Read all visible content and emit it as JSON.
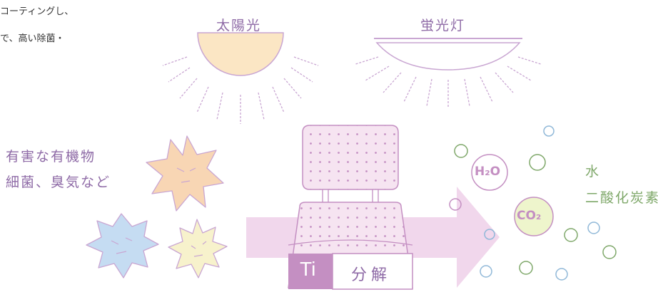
{
  "intro": {
    "line1": "コーティングし、",
    "line2": "で、高い除菌・"
  },
  "light_sources": {
    "sun_label": "太陽光",
    "lamp_label": "蛍光灯"
  },
  "inputs_label": {
    "line1": "有害な有機物",
    "line2": "細菌、臭気など"
  },
  "outputs_label": {
    "water": "水",
    "co2": "二酸化炭素"
  },
  "molecules": {
    "h2o": "H₂O",
    "co2": "CO₂"
  },
  "badge": {
    "ti": "Ti",
    "action": "分解"
  },
  "colors": {
    "accent": "#8e6aa6",
    "sun_fill": "#fbe6c4",
    "sun_stroke": "#c9a6d2",
    "arrow_fill": "#f1d7ec",
    "seat_fill": "#f6e4f1",
    "seat_dots": "#c48fc2",
    "ti_bg": "#c48fc2",
    "germ_orange": "#f8d6b4",
    "germ_blue": "#c5dcf2",
    "germ_yellow": "#f7f2cc",
    "bubble_green": "#7fa86a",
    "bubble_blue": "#90b8d8"
  }
}
